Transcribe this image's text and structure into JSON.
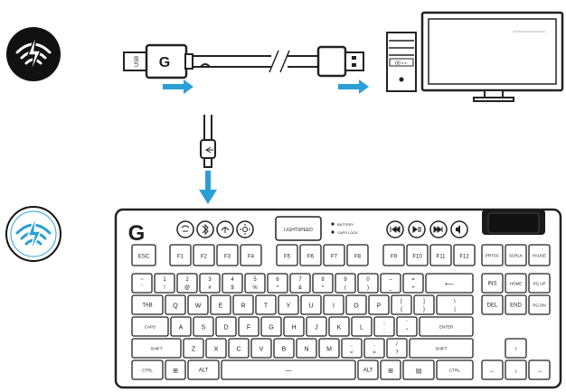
{
  "connector": {
    "usb_label": "USB",
    "dongle_logo": "G"
  },
  "pc": {
    "drive_label": "00 ▪ ▪◦"
  },
  "keyboard": {
    "logo": "G",
    "lightspeed_label": "LIGHTSPEED",
    "indicator_battery": "BATTERY",
    "indicator_capslock": "CAPS LOCK",
    "rows": [
      [
        {
          "main": "ESC"
        },
        {
          "main": "F1"
        },
        {
          "main": "F2"
        },
        {
          "main": "F3"
        },
        {
          "main": "F4"
        },
        {
          "main": "F5"
        },
        {
          "main": "F6"
        },
        {
          "main": "F7"
        },
        {
          "main": "F8"
        },
        {
          "main": "F9"
        },
        {
          "main": "F10"
        },
        {
          "main": "F11"
        },
        {
          "main": "F12"
        },
        {
          "main": "PRTSC"
        },
        {
          "main": "SCRLK"
        },
        {
          "main": "PAUSE"
        }
      ],
      [
        {
          "top": "~",
          "bottom": "`"
        },
        {
          "top": "1",
          "bottom": "!"
        },
        {
          "top": "2",
          "bottom": "@"
        },
        {
          "top": "3",
          "bottom": "#"
        },
        {
          "top": "4",
          "bottom": "$"
        },
        {
          "top": "5",
          "bottom": "%"
        },
        {
          "top": "6",
          "bottom": "^"
        },
        {
          "top": "7",
          "bottom": "&"
        },
        {
          "top": "8",
          "bottom": "*"
        },
        {
          "top": "9",
          "bottom": "("
        },
        {
          "top": "0",
          "bottom": ")"
        },
        {
          "top": "–",
          "bottom": "_"
        },
        {
          "top": "=",
          "bottom": "+"
        },
        {
          "main": "⟵"
        },
        {
          "main": "INS"
        },
        {
          "main": "HOME"
        },
        {
          "main": "PG UP"
        }
      ],
      [
        {
          "main": "TAB"
        },
        {
          "main": "Q"
        },
        {
          "main": "W"
        },
        {
          "main": "E"
        },
        {
          "main": "R"
        },
        {
          "main": "T"
        },
        {
          "main": "Y"
        },
        {
          "main": "U"
        },
        {
          "main": "I"
        },
        {
          "main": "O"
        },
        {
          "main": "P"
        },
        {
          "top": "[",
          "bottom": "{"
        },
        {
          "top": "]",
          "bottom": "}"
        },
        {
          "top": "\\",
          "bottom": "|"
        },
        {
          "main": "DEL"
        },
        {
          "main": "END"
        },
        {
          "main": "PG DN"
        }
      ],
      [
        {
          "main": "CAPS"
        },
        {
          "main": "A"
        },
        {
          "main": "S"
        },
        {
          "main": "D"
        },
        {
          "main": "F"
        },
        {
          "main": "G"
        },
        {
          "main": "H"
        },
        {
          "main": "J"
        },
        {
          "main": "K"
        },
        {
          "main": "L"
        },
        {
          "top": ";",
          "bottom": ":"
        },
        {
          "top": "'",
          "bottom": "\""
        },
        {
          "main": "ENTER"
        }
      ],
      [
        {
          "main": "SHIFT"
        },
        {
          "main": "Z"
        },
        {
          "main": "X"
        },
        {
          "main": "C"
        },
        {
          "main": "V"
        },
        {
          "main": "B"
        },
        {
          "main": "N"
        },
        {
          "main": "M"
        },
        {
          "top": ",",
          "bottom": "<"
        },
        {
          "top": ".",
          "bottom": ">"
        },
        {
          "top": "/",
          "bottom": "?"
        },
        {
          "main": "SHIFT"
        },
        {
          "main": "↑"
        }
      ],
      [
        {
          "main": "CTRL"
        },
        {
          "main": "⊞"
        },
        {
          "main": "ALT"
        },
        {
          "main": "—"
        },
        {
          "main": "ALT"
        },
        {
          "main": "⊞"
        },
        {
          "main": "▤"
        },
        {
          "main": "CTRL"
        },
        {
          "main": "←"
        },
        {
          "main": "↓"
        },
        {
          "main": "→"
        }
      ]
    ]
  }
}
